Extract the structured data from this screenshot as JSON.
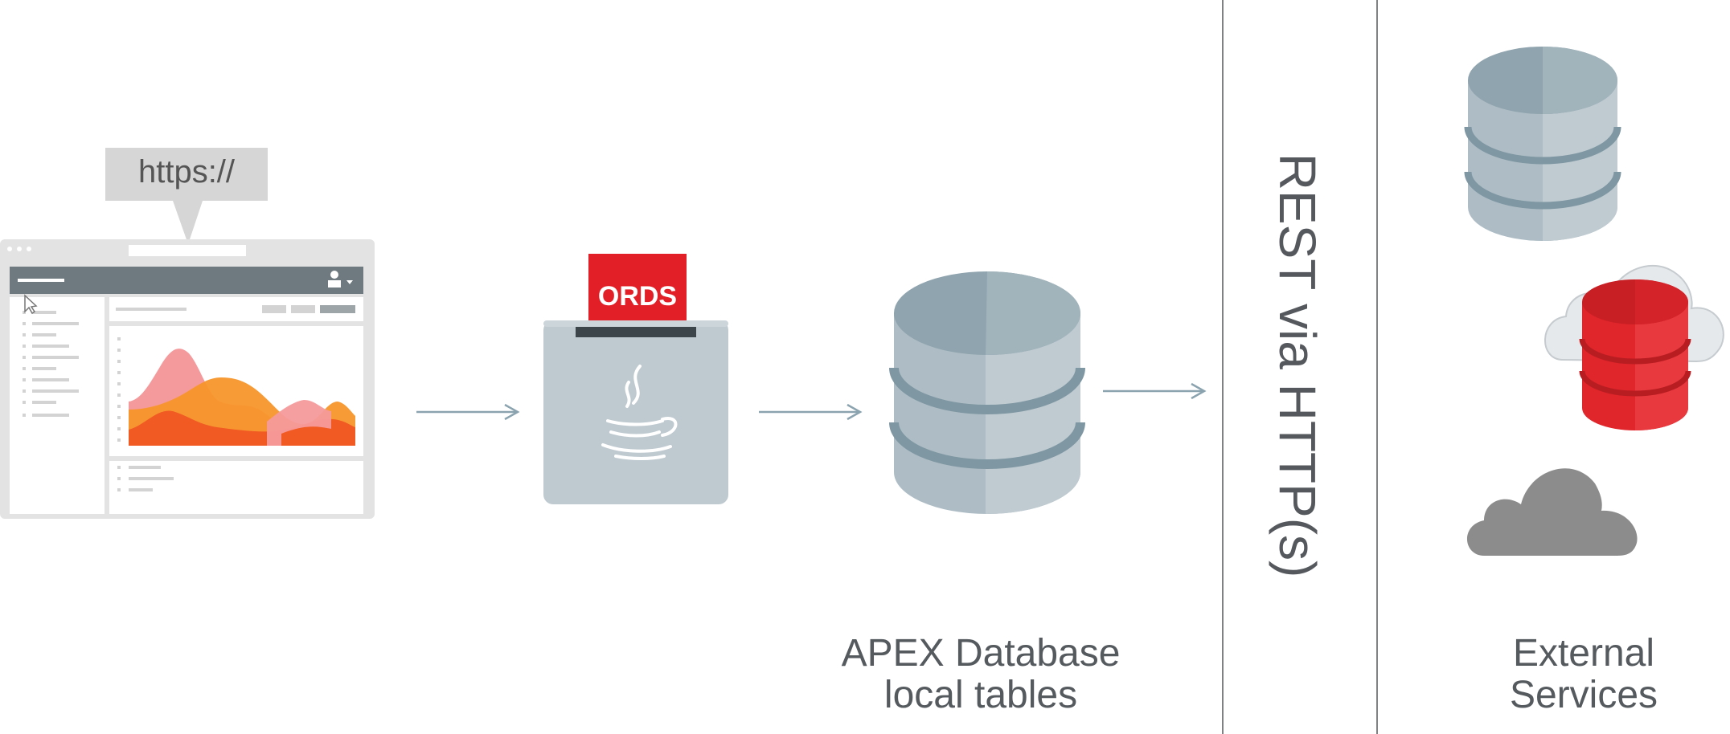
{
  "browser": {
    "url_bubble": "https://",
    "chart_colors": {
      "pink": "#f59a9c",
      "orange": "#f7962b",
      "red_orange": "#f15a22"
    }
  },
  "ords": {
    "label": "ORDS",
    "icon": "java-coffee-cup-icon",
    "color": "#e21f26"
  },
  "apex": {
    "caption_line1": "APEX Database",
    "caption_line2": "local tables"
  },
  "rest": {
    "label": "REST via HTTP(s)"
  },
  "external": {
    "caption_line1": "External",
    "caption_line2": "Services",
    "icons": [
      "database-icon",
      "cloud-database-icon",
      "cloud-icon"
    ]
  },
  "colors": {
    "arrow": "#8aa3af",
    "db_gray": "#aebdc5",
    "db_top": "#8fa4ae",
    "db_red": "#e0252b",
    "cloud_gray": "#8c8c8c"
  }
}
